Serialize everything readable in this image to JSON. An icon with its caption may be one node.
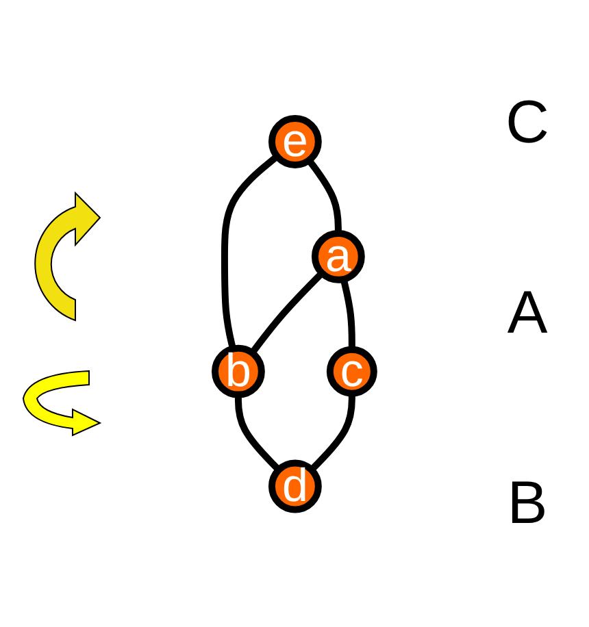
{
  "diagram": {
    "nodes": [
      {
        "text": [
          "e"
        ]
      },
      {
        "text": [
          "a"
        ]
      },
      {
        "text": [
          "b"
        ]
      },
      {
        "text": [
          "c"
        ]
      },
      {
        "text": [
          "d"
        ]
      }
    ],
    "edges": [
      {
        "from": 0,
        "to": 1,
        "arrow": "none"
      },
      {
        "from": 0,
        "to": 2,
        "arrow": "none"
      },
      {
        "from": 1,
        "to": 2,
        "arrow": "none"
      },
      {
        "from": 1,
        "to": 3,
        "arrow": "none"
      },
      {
        "from": 2,
        "to": 4,
        "arrow": "none"
      },
      {
        "from": 3,
        "to": 4,
        "arrow": "none"
      }
    ],
    "labels": [
      "C",
      "A",
      "B"
    ]
  }
}
